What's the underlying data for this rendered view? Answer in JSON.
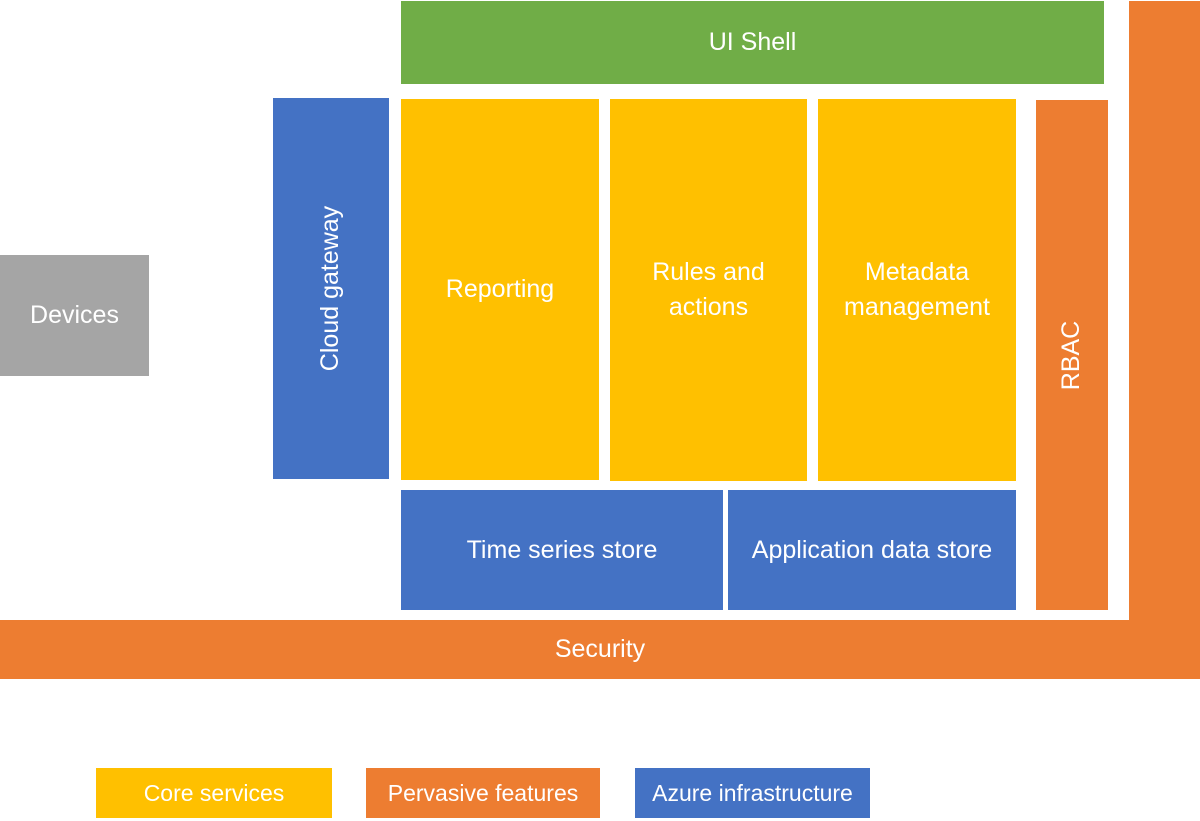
{
  "colors": {
    "ui_shell": "#70ad47",
    "core_services": "#ffc000",
    "pervasive_features": "#ed7d31",
    "azure_infrastructure": "#4472c4",
    "devices": "#a5a5a5"
  },
  "diagram": {
    "ui_shell": "UI Shell",
    "devices": "Devices",
    "cloud_gateway": "Cloud gateway",
    "reporting": "Reporting",
    "rules_and_actions": "Rules and\nactions",
    "metadata_management": "Metadata\nmanagement",
    "rbac": "RBAC",
    "time_series_store": "Time series store",
    "application_data_store": "Application data store",
    "security": "Security"
  },
  "legend": {
    "core_services": "Core services",
    "pervasive_features": "Pervasive features",
    "azure_infrastructure": "Azure infrastructure"
  }
}
